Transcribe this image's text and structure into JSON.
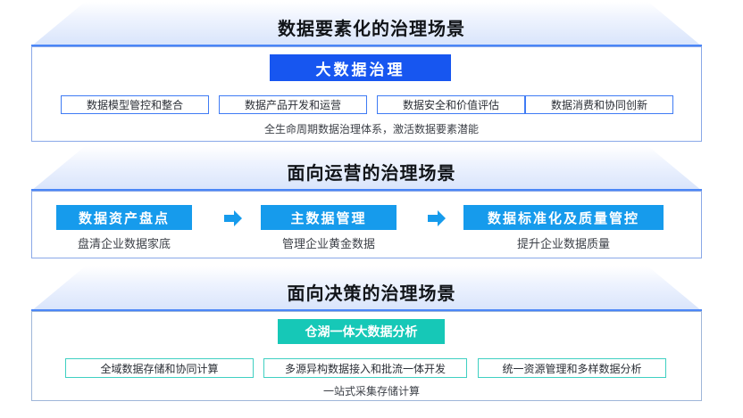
{
  "diagram": {
    "title_colors": {
      "strong_blue": "#1756f0",
      "light_blue": "#169bec",
      "teal": "#16c8b7",
      "band_border": "#4a86f7",
      "panel_border": "#8aa8e8",
      "chip_border_blue": "#3f7bf4",
      "chip_border_teal": "#3fd0c2",
      "text": "#111418"
    },
    "bands": [
      {
        "id": "data-elementization",
        "header": "数据要素化的治理场景",
        "headline": "大数据治理",
        "headline_style": "solid-blue",
        "chips": [
          "数据模型管控和整合",
          "数据产品开发和运营",
          "数据安全和价值评估",
          "数据消费和协同创新"
        ],
        "footnote": "全生命周期数据治理体系，激活数据要素潜能"
      },
      {
        "id": "operations-oriented",
        "header": "面向运营的治理场景",
        "steps": [
          {
            "label": "数据资产盘点",
            "caption": "盘清企业数据家底"
          },
          {
            "label": "主数据管理",
            "caption": "管理企业黄金数据"
          },
          {
            "label": "数据标准化及质量管控",
            "caption": "提升企业数据质量"
          }
        ],
        "arrow_icon": "arrow-right-icon",
        "arrow_count": 2
      },
      {
        "id": "decision-oriented",
        "header": "面向决策的治理场景",
        "headline": "仓湖一体大数据分析",
        "headline_style": "teal",
        "chips": [
          "全域数据存储和协同计算",
          "多源异构数据接入和批流一体开发",
          "统一资源管理和多样数据分析"
        ],
        "footnote": "一站式采集存储计算"
      }
    ]
  }
}
